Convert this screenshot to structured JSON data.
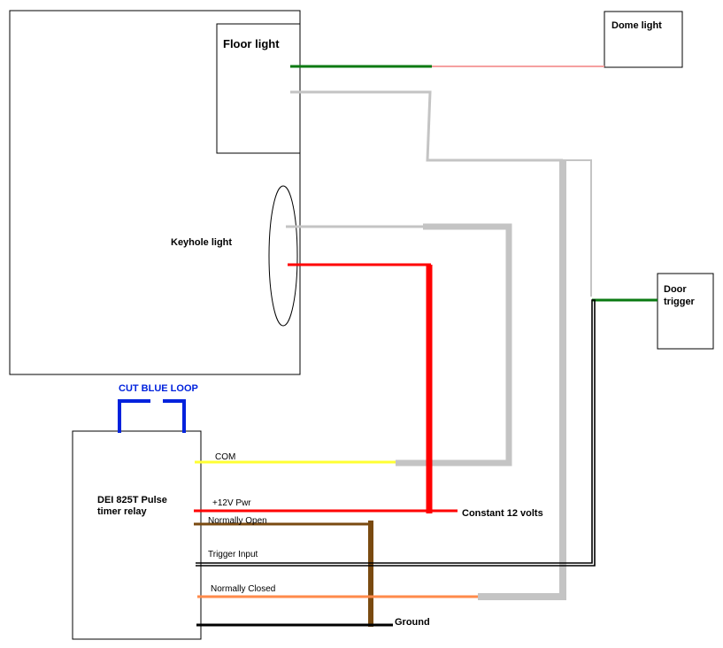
{
  "labels": {
    "floor_light": "Floor light",
    "dome_light": "Dome light",
    "keyhole_light": "Keyhole light",
    "door_trigger_1": "Door",
    "door_trigger_2": "trigger",
    "cut_blue_loop": "CUT BLUE LOOP",
    "relay_1": "DEI 825T Pulse",
    "relay_2": "timer relay",
    "com": "COM",
    "pwr": "+12V Pwr",
    "normally_open": "Normally Open",
    "trigger_input": "Trigger Input",
    "normally_closed": "Normally Closed",
    "constant_12v": "Constant 12 volts",
    "ground": "Ground"
  },
  "colors": {
    "green": "#0a7a12",
    "gray": "#c4c4c4",
    "red": "#ff0000",
    "pink": "#f5a0a0",
    "yellow": "#ffff33",
    "brown": "#7a4a10",
    "black": "#000000",
    "orange": "#ff8a4a",
    "blue": "#0022dd"
  }
}
